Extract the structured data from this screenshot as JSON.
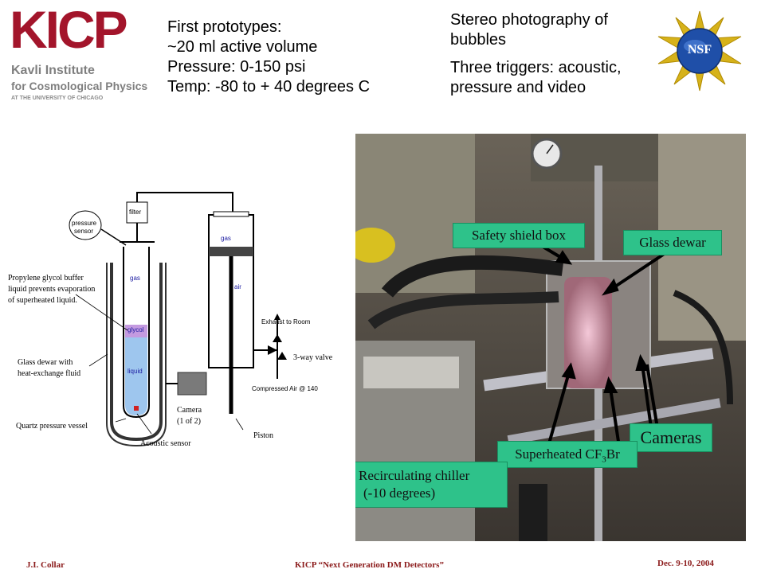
{
  "logo": {
    "kicp_text": "KICP",
    "institute_line1": "Kavli Institute",
    "institute_line2": "for Cosmological Physics",
    "institute_line3": "AT THE UNIVERSITY OF CHICAGO",
    "nsf_text": "NSF",
    "brand_color": "#a3152b"
  },
  "header_left": {
    "line1": "First prototypes:",
    "line2": "~20 ml active volume",
    "line3": "Pressure: 0-150 psi",
    "line4": "Temp: -80 to + 40 degrees C"
  },
  "header_right": {
    "line1": "Stereo photography of",
    "line2": "bubbles",
    "line3": "Three triggers: acoustic,",
    "line4": "pressure and video"
  },
  "schematic": {
    "filter": "filter",
    "pressure_sensor_l1": "pressure",
    "pressure_sensor_l2": "sensor",
    "gas_left": "gas",
    "glycol": "glycol",
    "liquid": "liquid",
    "gas_right": "gas",
    "air": "air",
    "exhaust": "Exhaust to Room",
    "compressed_air": "Compressed Air @ 140",
    "valve": "3-way valve",
    "propylene_l1": "Propylene glycol buffer",
    "propylene_l2": "liquid prevents evaporation",
    "propylene_l3": "of superheated liquid.",
    "dewar_l1": "Glass dewar with",
    "dewar_l2": "heat-exchange fluid",
    "quartz": "Quartz pressure vessel",
    "camera_l1": "Camera",
    "camera_l2": "(1 of 2)",
    "acoustic": "Acoustic sensor",
    "piston": "Piston"
  },
  "photo_labels": {
    "safety": "Safety shield box",
    "dewar": "Glass dewar",
    "cameras": "Cameras",
    "superheated_main": "Superheated CF",
    "superheated_sub": "3",
    "superheated_end": "Br",
    "chiller_l1": "Recirculating chiller",
    "chiller_l2": "(-10 degrees)",
    "tag_color": "#2ec28a"
  },
  "footer": {
    "left": "J.I. Collar",
    "center": "KICP “Next Generation DM Detectors”",
    "right": "Dec. 9-10, 2004"
  }
}
